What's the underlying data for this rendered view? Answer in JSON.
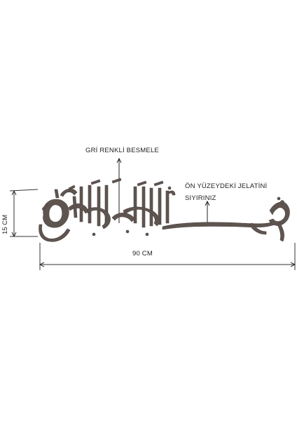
{
  "annotations": {
    "besmele_label": "GRİ RENKLİ BESMELE",
    "jelatin_label_line1": "ÖN YÜZEYDEKİ JELATİNİ",
    "jelatin_label_line2": "SIYIRINIZ",
    "width_label": "90 CM",
    "height_label": "15 CM"
  },
  "artwork": {
    "name": "besmele-calligraphy",
    "color": "#5f5550"
  },
  "colors": {
    "ink": "#222222",
    "dimension_line": "#333333"
  }
}
